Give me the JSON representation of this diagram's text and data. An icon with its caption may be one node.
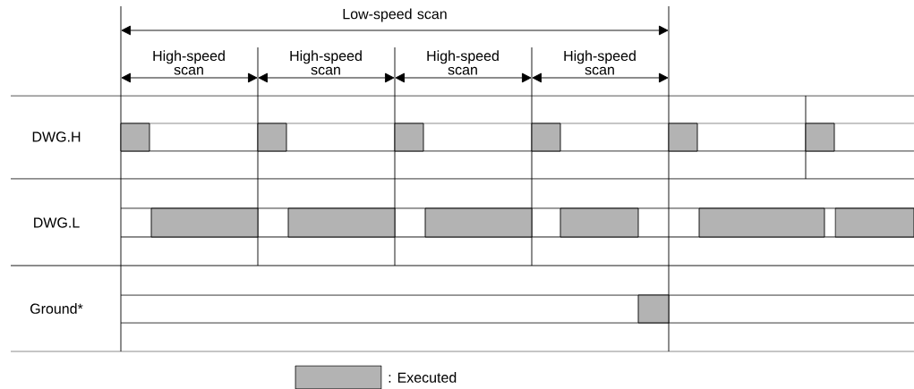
{
  "diagram": {
    "labels": [
      "Low-speed scan",
      "High-speed scan",
      "High-speed scan",
      "High-speed scan",
      "High-speed scan",
      "DWG.H",
      "DWG.L",
      "Ground*"
    ],
    "legend": [
      {
        "text": ": Executed",
        "color": "#b3b3b3"
      }
    ]
  }
}
